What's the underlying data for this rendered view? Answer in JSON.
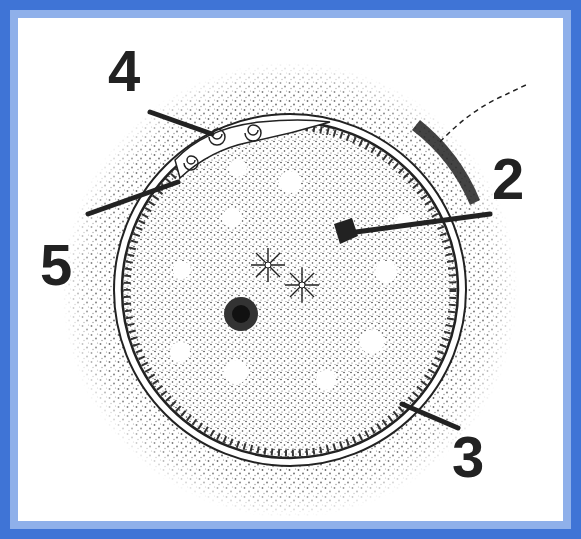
{
  "diagram": {
    "labels": [
      "4",
      "2",
      "5",
      "3"
    ]
  }
}
